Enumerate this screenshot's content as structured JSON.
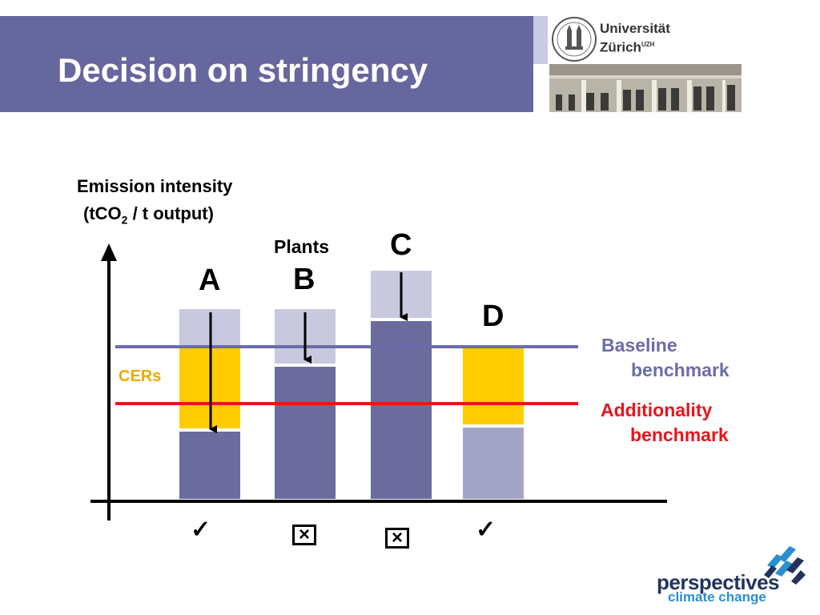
{
  "header": {
    "title": "Decision on stringency",
    "logo_line1": "Universität",
    "logo_line2": "Zürich",
    "logo_sup": "UZH",
    "band_color": "#66679e"
  },
  "diagram": {
    "ylabel_line1": "Emission intensity",
    "ylabel_line2_pre": "(tCO",
    "ylabel_line2_sub": "2",
    "ylabel_line2_post": " / t output)",
    "plants_label": "Plants",
    "cers_label": "CERs",
    "baseline_line1": "Baseline",
    "baseline_line2": "benchmark",
    "additionality_line1": "Additionality",
    "additionality_line2": "benchmark",
    "check_mark": "✓",
    "cross_mark": "×",
    "plants": [
      {
        "name": "A",
        "verdict": "check"
      },
      {
        "name": "B",
        "verdict": "cross"
      },
      {
        "name": "C",
        "verdict": "cross"
      },
      {
        "name": "D",
        "verdict": "check"
      }
    ],
    "colors": {
      "baseline": "#6b6ca8",
      "additionality": "#e8141c",
      "cers": "#ffcc00",
      "bar_dark": "#6b6b9e",
      "bar_light": "#c8c9de",
      "bar_mid": "#a3a4c6"
    }
  },
  "footer": {
    "logo_line1": "perspectives",
    "logo_line2": "climate change"
  }
}
